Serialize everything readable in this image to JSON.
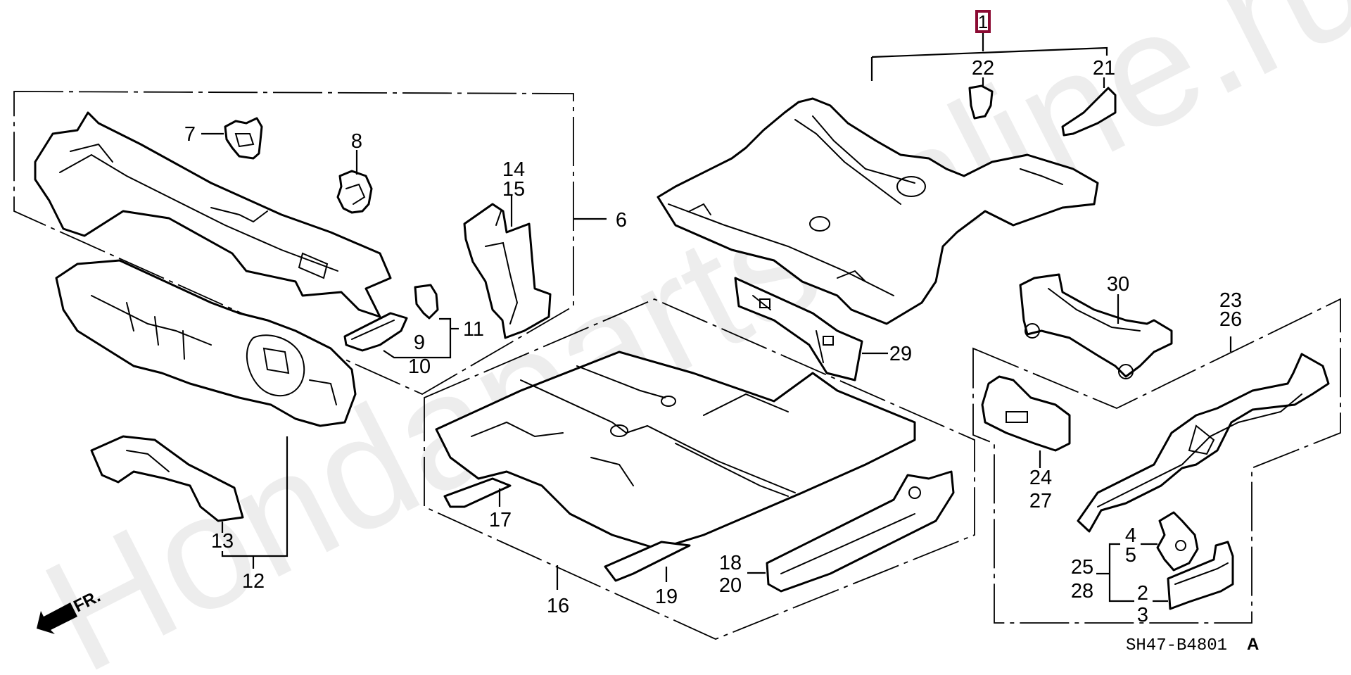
{
  "diagram": {
    "title_code": "SH47-B4801",
    "revision": "A",
    "watermark": "Hondapartsonline.ru",
    "direction_indicator": "FR.",
    "highlight_color": "#8b0a33",
    "highlighted_part": "1"
  },
  "parts": {
    "p1": "1",
    "p2": "2",
    "p3": "3",
    "p4": "4",
    "p5": "5",
    "p6": "6",
    "p7": "7",
    "p8": "8",
    "p9": "9",
    "p10": "10",
    "p11": "11",
    "p12": "12",
    "p13": "13",
    "p14": "14",
    "p15": "15",
    "p16": "16",
    "p17": "17",
    "p18": "18",
    "p19": "19",
    "p20": "20",
    "p21": "21",
    "p22": "22",
    "p23": "23",
    "p24": "24",
    "p25": "25",
    "p26": "26",
    "p27": "27",
    "p28": "28",
    "p29": "29",
    "p30": "30"
  },
  "groups": [
    {
      "assembly": "1",
      "components": [
        "22",
        "21"
      ]
    },
    {
      "assembly": "6",
      "components": [
        "7",
        "8",
        "9",
        "10",
        "11",
        "14",
        "15"
      ]
    },
    {
      "assembly": "11",
      "components": [
        "9",
        "10"
      ]
    },
    {
      "assembly": "12",
      "components": [
        "13"
      ]
    },
    {
      "assembly": "16",
      "components": [
        "17",
        "18",
        "19",
        "20"
      ]
    },
    {
      "assembly": "23",
      "components": [
        "24",
        "27",
        "25",
        "28"
      ]
    },
    {
      "assembly": "25",
      "components": [
        "4",
        "5",
        "2",
        "3"
      ]
    }
  ]
}
